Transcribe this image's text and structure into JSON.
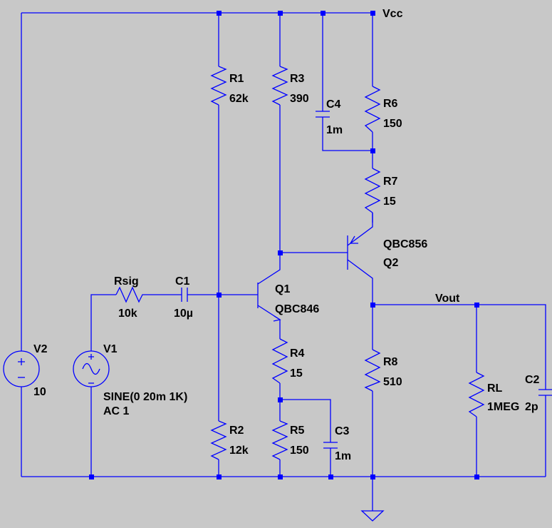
{
  "net_labels": {
    "vcc": "Vcc",
    "vout": "Vout"
  },
  "components": {
    "R1": {
      "name": "R1",
      "value": "62k"
    },
    "R2": {
      "name": "R2",
      "value": "12k"
    },
    "R3": {
      "name": "R3",
      "value": "390"
    },
    "R4": {
      "name": "R4",
      "value": "15"
    },
    "R5": {
      "name": "R5",
      "value": "150"
    },
    "R6": {
      "name": "R6",
      "value": "150"
    },
    "R7": {
      "name": "R7",
      "value": "15"
    },
    "R8": {
      "name": "R8",
      "value": "510"
    },
    "RL": {
      "name": "RL",
      "value": "1MEG"
    },
    "Rsig": {
      "name": "Rsig",
      "value": "10k"
    },
    "C1": {
      "name": "C1",
      "value": "10µ"
    },
    "C2": {
      "name": "C2",
      "value": "2p"
    },
    "C3": {
      "name": "C3",
      "value": "1m"
    },
    "C4": {
      "name": "C4",
      "value": "1m"
    },
    "Q1": {
      "name": "Q1",
      "model": "QBC846"
    },
    "Q2": {
      "name": "Q2",
      "model": "QBC856"
    },
    "V1": {
      "name": "V1",
      "value": "SINE(0 20m 1K)",
      "ac": "AC 1"
    },
    "V2": {
      "name": "V2",
      "value": "10"
    }
  },
  "colors": {
    "background": "#c8c8c8",
    "wire": "#0000ff",
    "text": "#000000"
  }
}
